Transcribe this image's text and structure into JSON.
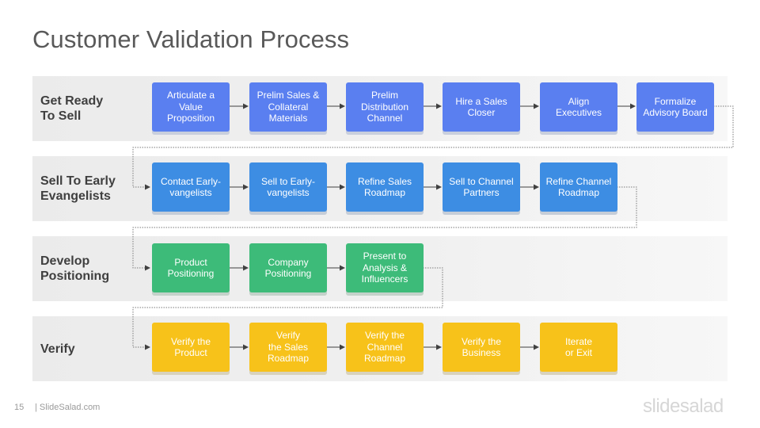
{
  "title": "Customer Validation Process",
  "stages": [
    {
      "label": "Get Ready\nTo Sell",
      "color": "#5a7ff0",
      "steps": [
        "Articulate a\nValue\nProposition",
        "Prelim Sales &\nCollateral\nMaterials",
        "Prelim\nDistribution\nChannel",
        "Hire a Sales\nCloser",
        "Align\nExecutives",
        "Formalize\nAdvisory Board"
      ]
    },
    {
      "label": "Sell To Early\nEvangelists",
      "color": "#3d8de3",
      "steps": [
        "Contact Early-\nvangelists",
        "Sell to Early-\nvangelists",
        "Refine Sales\nRoadmap",
        "Sell to Channel\nPartners",
        "Refine Channel\nRoadmap"
      ]
    },
    {
      "label": "Develop\nPositioning",
      "color": "#3dbb79",
      "steps": [
        "Product\nPositioning",
        "Company\nPositioning",
        "Present to\nAnalysis &\nInfluencers"
      ]
    },
    {
      "label": "Verify",
      "color": "#f7c21a",
      "steps": [
        "Verify the\nProduct",
        "Verify\nthe Sales\nRoadmap",
        "Verify the\nChannel\nRoadmap",
        "Verify the\nBusiness",
        "Iterate\nor Exit"
      ]
    }
  ],
  "footer": {
    "page_number": "15",
    "site": "| SlideSalad.com",
    "logo": "slidesalad"
  }
}
